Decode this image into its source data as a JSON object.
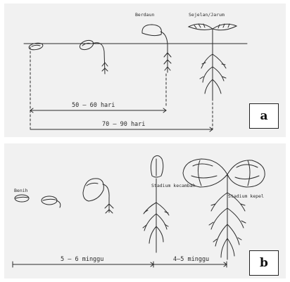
{
  "panel_a": {
    "letter": "a",
    "labels": {
      "berdaun": "Berdaun",
      "sejelan": "Sejelan/Jarum"
    },
    "durations": {
      "first": "50 – 60 hari",
      "second": "70 – 90 hari"
    }
  },
  "panel_b": {
    "letter": "b",
    "labels": {
      "benih": "Benih",
      "stadium_kecambah": "Stadium kecambah",
      "stadium_kepel": "Stadium kepel"
    },
    "durations": {
      "first": "5 – 6 minggu",
      "second": "4–5 minggu"
    }
  },
  "colors": {
    "ink": "#2b2b2b",
    "paper": "#f1f1f1",
    "box": "#ffffff"
  }
}
